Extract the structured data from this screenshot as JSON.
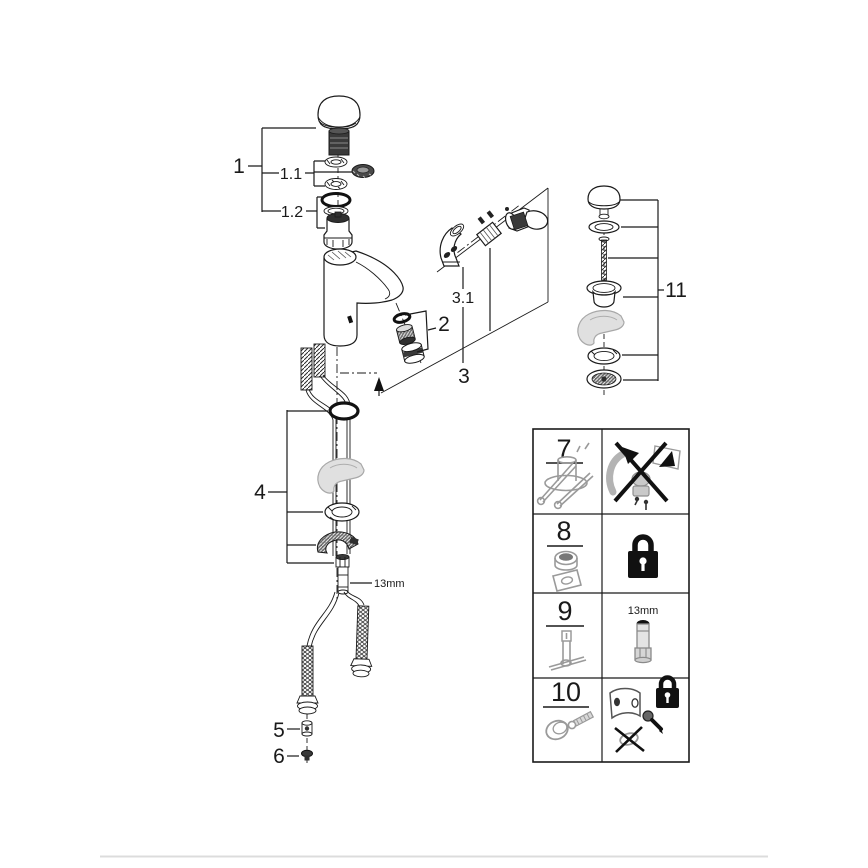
{
  "diagram": {
    "type": "exploded-parts-diagram",
    "callouts": {
      "c1": "1",
      "c1_1": "1.1",
      "c1_2": "1.2",
      "c2": "2",
      "c3": "3",
      "c3_1": "3.1",
      "c4": "4",
      "c5": "5",
      "c6": "6",
      "c11": "11"
    },
    "wrench_size_label": "13mm"
  },
  "parts_table": {
    "rows": [
      {
        "number": "7",
        "left_icon": "mounting-kit-icon",
        "right_icon": "crossed-lever-assembly-icon"
      },
      {
        "number": "8",
        "left_icon": "plug-escutcheon-icon",
        "right_icon": "padlock-icon"
      },
      {
        "number": "9",
        "left_icon": "mounting-rod-tool-icon",
        "right_icon": "socket-13mm-icon",
        "right_text": "13mm"
      },
      {
        "number": "10",
        "left_icon": "cap-with-screw-icon",
        "right_icon": "secured-bracket-crossed-cap-icon"
      }
    ]
  },
  "colors": {
    "line": "#1a1a1a",
    "ghost_part": "#e0e0e0",
    "icon_gray": "#9a9a9a",
    "divider": "#dcdcdc"
  }
}
